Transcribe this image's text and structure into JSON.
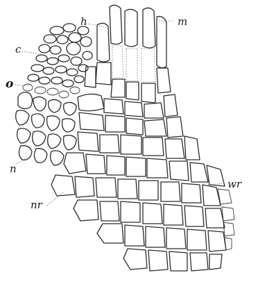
{
  "labels": {
    "h": "h",
    "m": "m",
    "c": "c",
    "o": "o",
    "n": "n",
    "wr": "wr",
    "nr": "nr"
  },
  "colors": {
    "ink": "#2b2b2b",
    "paper": "#ffffff"
  }
}
